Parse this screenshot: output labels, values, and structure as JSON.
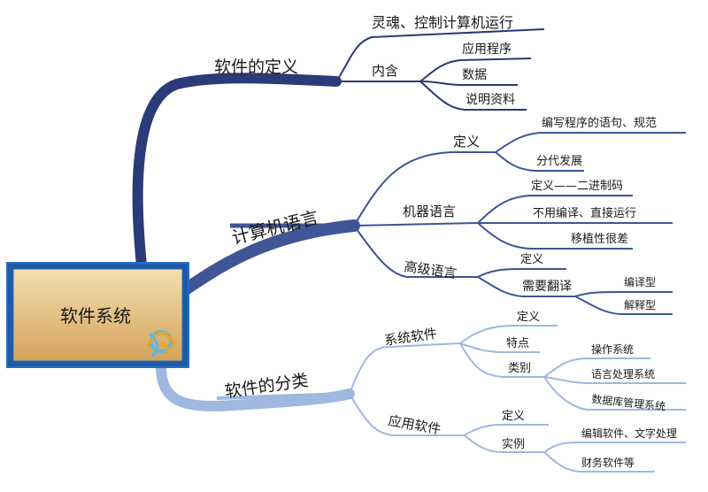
{
  "root": {
    "label": "软件系统",
    "logo": "knot-logo-icon"
  },
  "colors": {
    "dark": "#2b3a78",
    "mid": "#4e6cb0",
    "light": "#9fb8e0",
    "box": "#1f5aa8"
  },
  "branches": [
    {
      "label": "软件的定义",
      "children": [
        {
          "label": "灵魂、控制计算机运行",
          "children": []
        },
        {
          "label": "内含",
          "children": [
            "应用程序",
            "数据",
            "说明资料"
          ]
        }
      ]
    },
    {
      "label": "计算机语言",
      "children": [
        {
          "label": "定义",
          "children": [
            "编写程序的语句、规范",
            "分代发展"
          ]
        },
        {
          "label": "机器语言",
          "children": [
            "定义——二进制码",
            "不用编译、直接运行",
            "移植性很差"
          ]
        },
        {
          "label": "高级语言",
          "children": [
            {
              "label": "定义",
              "children": []
            },
            {
              "label": "需要翻译",
              "children": [
                "编译型",
                "解释型"
              ]
            }
          ]
        }
      ]
    },
    {
      "label": "软件的分类",
      "children": [
        {
          "label": "系统软件",
          "children": [
            {
              "label": "定义",
              "children": []
            },
            {
              "label": "特点",
              "children": []
            },
            {
              "label": "类别",
              "children": [
                "操作系统",
                "语言处理系统",
                "数据库管理系统"
              ]
            }
          ]
        },
        {
          "label": "应用软件",
          "children": [
            {
              "label": "定义",
              "children": []
            },
            {
              "label": "实例",
              "children": [
                "编辑软件、文字处理",
                "财务软件等"
              ]
            }
          ]
        }
      ]
    }
  ]
}
